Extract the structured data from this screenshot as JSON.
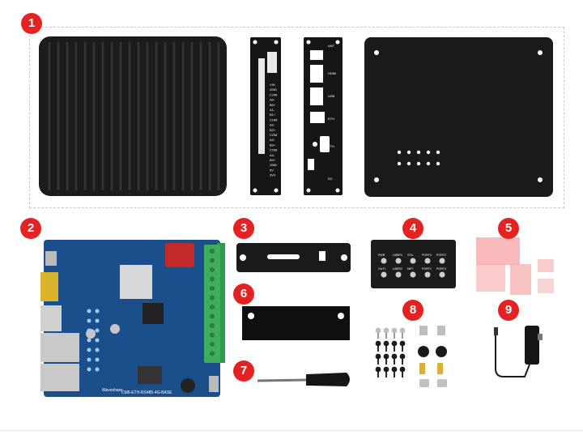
{
  "badges": [
    "1",
    "2",
    "3",
    "4",
    "5",
    "6",
    "7",
    "8",
    "9"
  ],
  "panel_front_labels": [
    "VIN",
    "GND",
    "COM",
    "A0-",
    "B0+",
    "A1-",
    "B1+",
    "COM",
    "A2-",
    "B2+",
    "COM",
    "A3-",
    "B3+",
    "COM",
    "A4-",
    "B4+",
    "GND",
    "5V",
    "3V3"
  ],
  "panel_rear_labels": [
    "ANT",
    "HDMI",
    "USB",
    "ETH",
    "ETH",
    "DC"
  ],
  "indicator_labels": [
    "PWR",
    "USER1",
    "STA",
    "PORT0",
    "PORT2",
    "OUT1",
    "USER2",
    "NET",
    "PORT1",
    "PORT3"
  ],
  "board_text": [
    "CM5-ETH-RS485-4G-BASE",
    "Waveshare"
  ],
  "colors": {
    "badge": "#e52222",
    "case": "#1c1c1e",
    "board": "#1b4f8c",
    "terminal": "#3fae5a",
    "thermal_pad": "#f5a8a8"
  }
}
